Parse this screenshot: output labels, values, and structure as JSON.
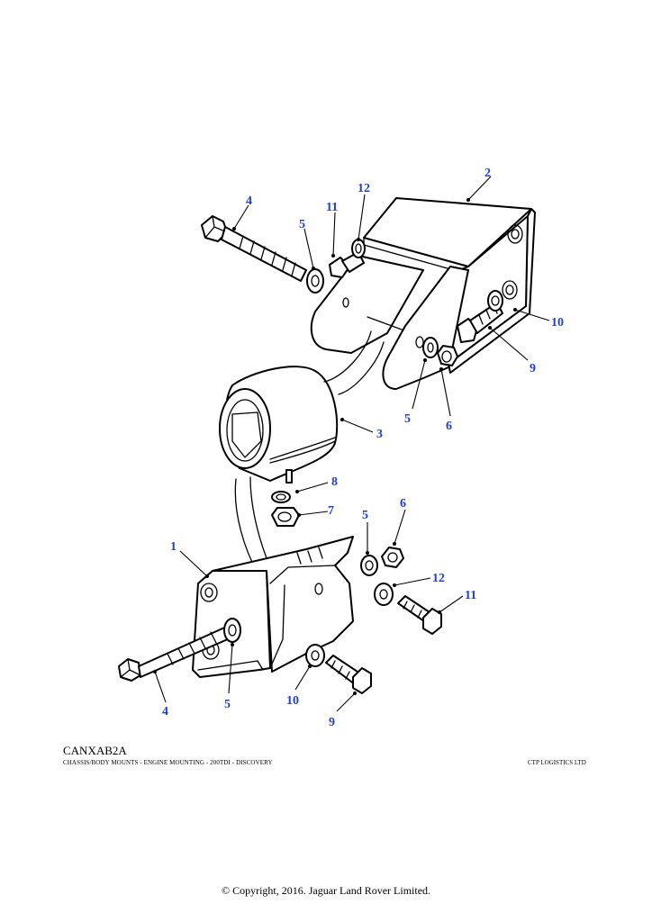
{
  "diagram_code": "CANXAB2A",
  "caption": "CHASSIS/BODY MOUNTS - ENGINE MOUNTING - 200TDI - DISCOVERY",
  "company": "CTP LOGISTICS LTD",
  "copyright": "© Copyright, 2016. Jaguar Land Rover Limited.",
  "callout_color": "#1f3fd0",
  "callouts": {
    "c2": "2",
    "c4_top": "4",
    "c5_top_left": "5",
    "c11_top": "11",
    "c12_top": "12",
    "c10_top": "10",
    "c9_top": "9",
    "c5_mid": "5",
    "c6_mid": "6",
    "c3": "3",
    "c8": "8",
    "c7": "7",
    "c5_lower_right": "5",
    "c6_lower_right": "6",
    "c1": "1",
    "c12_lower": "12",
    "c11_lower": "11",
    "c4_bottom": "4",
    "c5_bottom": "5",
    "c10_bottom": "10",
    "c9_bottom": "9"
  }
}
